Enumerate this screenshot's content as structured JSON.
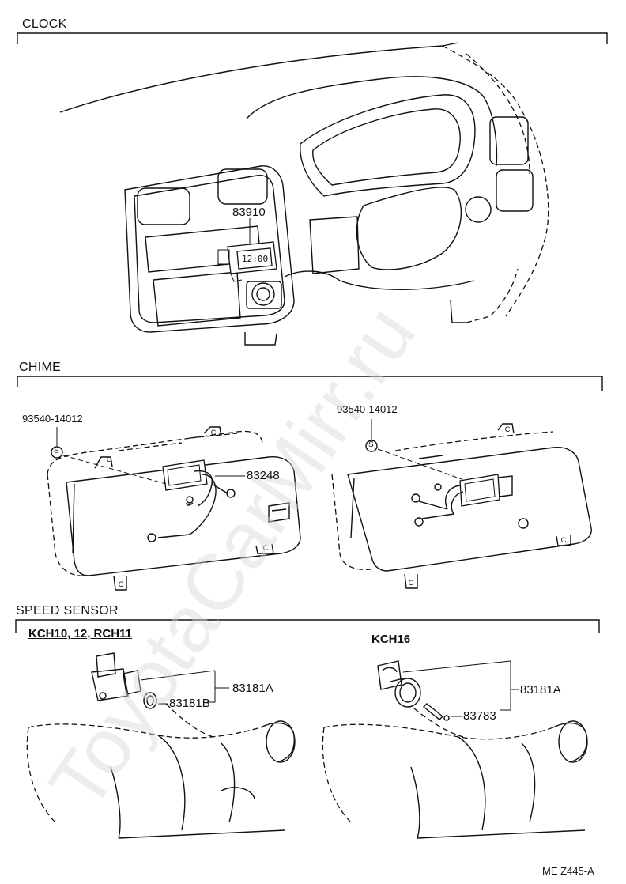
{
  "sections": {
    "clock": {
      "title": "CLOCK",
      "part": "83910",
      "display": "12:00"
    },
    "chime": {
      "title": "CHIME",
      "left_bolt": "93540-14012",
      "right_bolt": "93540-14012",
      "part": "83248",
      "mark_s": "S",
      "mark_c": "C"
    },
    "speed_sensor": {
      "title": "SPEED SENSOR",
      "left": {
        "model": "KCH10, 12, RCH11",
        "part_main": "83181A",
        "part_sub": "83181B"
      },
      "right": {
        "model": "KCH16",
        "part_main": "83181A",
        "part_sub": "83783"
      }
    }
  },
  "footer": {
    "code": "ME Z445-A"
  },
  "watermark": "ToyotaCarMirr.ru"
}
